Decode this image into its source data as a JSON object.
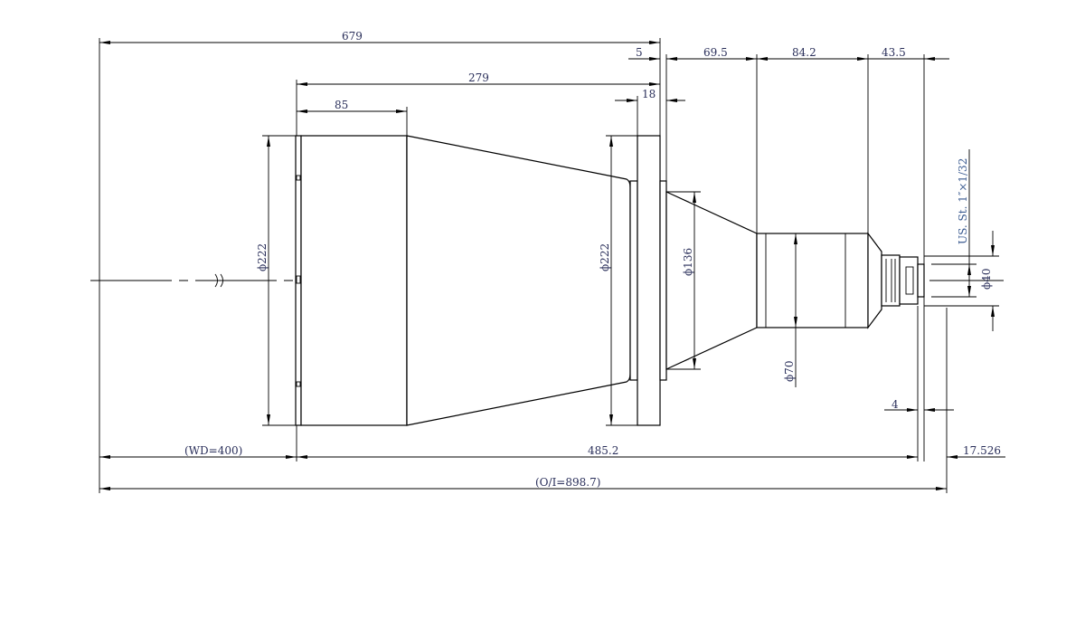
{
  "drawing": {
    "title": "Lens outline drawing",
    "dimensions": {
      "total_length": "679",
      "d5": "5",
      "d69_5": "69.5",
      "d84_2": "84.2",
      "d43_5": "43.5",
      "d279": "279",
      "d85": "85",
      "d18": "18",
      "dia_front": "ϕ222",
      "dia_flange": "ϕ222",
      "dia_136": "ϕ136",
      "dia_70": "ϕ70",
      "dia_40": "ϕ40",
      "thread": "US. St. 1″×1/32",
      "d4": "4",
      "wd": "(WD=400)",
      "d485_2": "485.2",
      "d17_526": "17.526",
      "oi": "(O/I=898.7)"
    },
    "colors": {
      "line": "#000000",
      "text": "#2a2f5a"
    }
  }
}
